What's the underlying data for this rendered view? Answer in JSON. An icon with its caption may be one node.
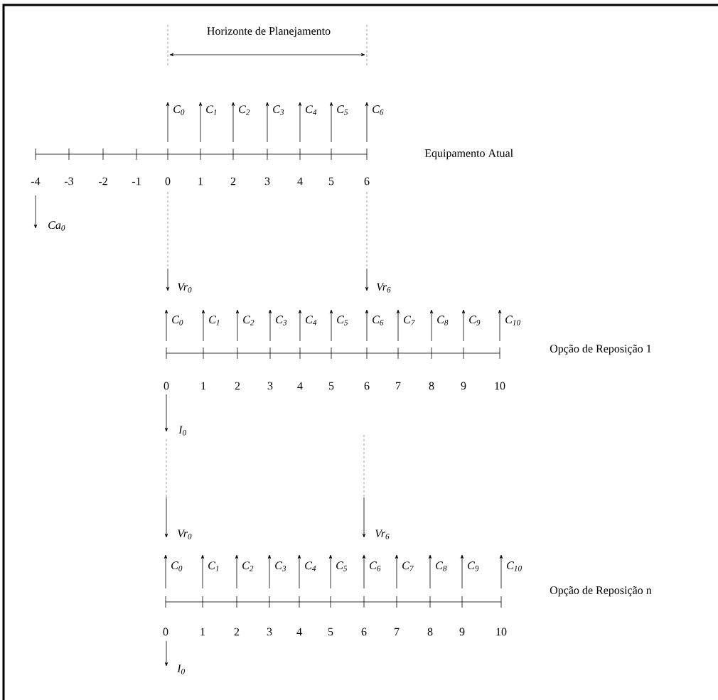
{
  "diagram": {
    "labels": [
      "Horizonte de Planejamento",
      "C$_{0}$",
      "C$_{1}$",
      "C$_{2}$",
      "C$_{3}$",
      "C$_{4}$",
      "C$_{5}$",
      "C$_{6}$",
      "Equipamento Atual",
      "-4",
      "-3",
      "-2",
      "-1",
      "0",
      "1",
      "2",
      "3",
      "4",
      "5",
      "6",
      "Ca$_{0}$",
      "Vr$_{0}$",
      "Vr$_{6}$",
      "C$_{0}$",
      "C$_{1}$",
      "C$_{2}$",
      "C$_{3}$",
      "C$_{4}$",
      "C$_{5}$",
      "C$_{6}$",
      "C$_{7}$",
      "C$_{8}$",
      "C$_{9}$",
      "C$_{10}$",
      "Opção de Reposição 1",
      "0",
      "1",
      "2",
      "3",
      "4",
      "5",
      "6",
      "7",
      "8",
      "9",
      "10",
      "I$_{0}$",
      "Vr$_{0}$",
      "Vr$_{6}$",
      "C$_{0}$",
      "C$_{1}$",
      "C$_{2}$",
      "C$_{3}$",
      "C$_{4}$",
      "C$_{5}$",
      "C$_{6}$",
      "C$_{7}$",
      "C$_{8}$",
      "C$_{9}$",
      "C$_{10}$",
      "Opção de Reposição n",
      "0",
      "1",
      "2",
      "3",
      "4",
      "5",
      "6",
      "7",
      "8",
      "9",
      "10",
      "I$_{0}$"
    ]
  }
}
